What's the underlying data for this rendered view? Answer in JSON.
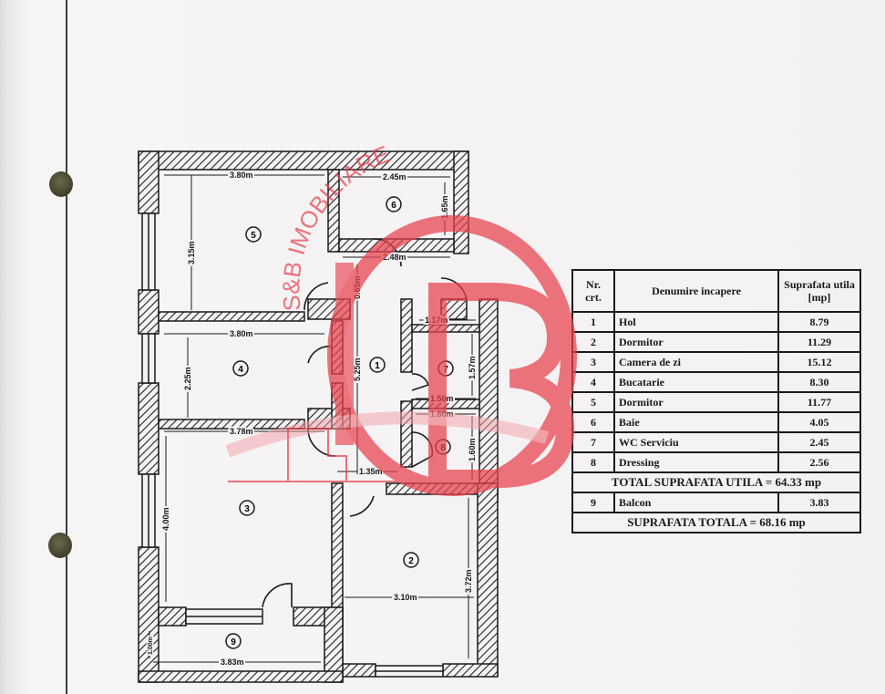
{
  "document": {
    "type": "floor-plan",
    "watermark": {
      "text": "S&B IMOBILIARE",
      "logo": "SB",
      "color": "#e8414e"
    },
    "rooms_in_plan": [
      {
        "id": "1",
        "label": "1",
        "dims": [
          "5.25m",
          "2.48m"
        ]
      },
      {
        "id": "2",
        "label": "2",
        "dims": [
          "3.10m",
          "3.72m"
        ]
      },
      {
        "id": "3",
        "label": "3",
        "dims": [
          "3.78m",
          "4.00m"
        ]
      },
      {
        "id": "4",
        "label": "4",
        "dims": [
          "3.80m",
          "2.25m"
        ]
      },
      {
        "id": "5",
        "label": "5",
        "dims": [
          "3.80m",
          "3.15m"
        ]
      },
      {
        "id": "6",
        "label": "6",
        "dims": [
          "2.45m",
          "1.65m"
        ]
      },
      {
        "id": "7",
        "label": "7",
        "dims": [
          "1.56m",
          "1.57m",
          "1.17m"
        ]
      },
      {
        "id": "8",
        "label": "8",
        "dims": [
          "1.60m",
          "1.60m"
        ]
      },
      {
        "id": "9",
        "label": "9",
        "dims": [
          "3.83m",
          "1.00m"
        ]
      }
    ],
    "dimension_labels": {
      "d5w": "3.80m",
      "d5h": "3.15m",
      "d6w": "2.45m",
      "d6h": "1.65m",
      "d_hall_top": "2.48m",
      "d_hall_door": "0.65m",
      "d4w": "3.80m",
      "d4h": "2.25m",
      "d1h": "5.25m",
      "d7a": "1.17m",
      "d7w": "1.56m",
      "d7h": "1.57m",
      "d8w": "1.60m",
      "d8h": "1.60m",
      "d3w": "3.78m",
      "d3h": "4.00m",
      "d_door": "1.35m",
      "d2w": "3.10m",
      "d2h": "3.72m",
      "d9w": "3.83m",
      "d9h": "1.00m"
    }
  },
  "table": {
    "headers": {
      "nr": "Nr. crt.",
      "name": "Denumire incapere",
      "area": "Suprafata utila [mp]"
    },
    "rows": [
      {
        "nr": "1",
        "name": "Hol",
        "area": "8.79"
      },
      {
        "nr": "2",
        "name": "Dormitor",
        "area": "11.29"
      },
      {
        "nr": "3",
        "name": "Camera de zi",
        "area": "15.12"
      },
      {
        "nr": "4",
        "name": "Bucatarie",
        "area": "8.30"
      },
      {
        "nr": "5",
        "name": "Dormitor",
        "area": "11.77"
      },
      {
        "nr": "6",
        "name": "Baie",
        "area": "4.05"
      },
      {
        "nr": "7",
        "name": "WC Serviciu",
        "area": "2.45"
      },
      {
        "nr": "8",
        "name": "Dressing",
        "area": "2.56"
      }
    ],
    "total_useful": "TOTAL SUPRAFATA UTILA = 64.33 mp",
    "balcony": {
      "nr": "9",
      "name": "Balcon",
      "area": "3.83"
    },
    "total": "SUPRAFATA TOTALA = 68.16 mp"
  }
}
